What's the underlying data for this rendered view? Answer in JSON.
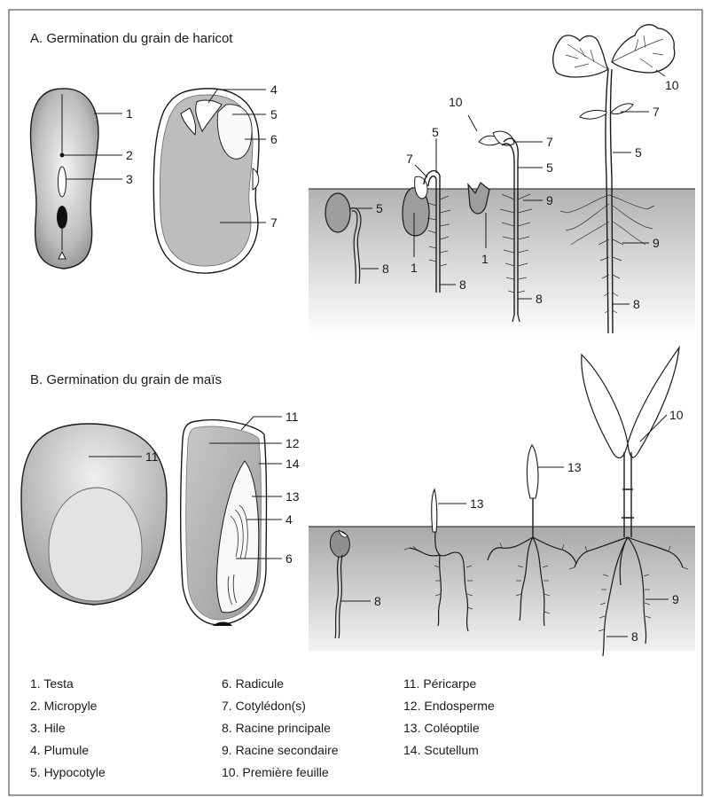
{
  "sections": {
    "a_title": "A. Germination du grain de haricot",
    "b_title": "B. Germination du grain de maïs"
  },
  "callouts": {
    "a": [
      "1",
      "2",
      "3",
      "4",
      "5",
      "6",
      "7",
      "5",
      "7",
      "5",
      "10",
      "7",
      "5",
      "9",
      "1",
      "1",
      "8",
      "8",
      "8",
      "5",
      "7",
      "10",
      "9",
      "8"
    ],
    "b": [
      "11",
      "11",
      "12",
      "14",
      "13",
      "4",
      "6",
      "8",
      "13",
      "13",
      "10",
      "9",
      "8"
    ]
  },
  "legend": {
    "col1": [
      "1. Testa",
      "2. Micropyle",
      "3. Hile",
      "4. Plumule",
      "5. Hypocotyle"
    ],
    "col2": [
      "6. Radicule",
      "7. Cotylédon(s)",
      "8. Racine principale",
      "9. Racine secondaire",
      "10. Première feuille"
    ],
    "col3": [
      "11. Péricarpe",
      "12. Endosperme",
      "13. Coléoptile",
      "14. Scutellum"
    ]
  },
  "colors": {
    "soil_top": "#b4b4b4",
    "soil_bottom": "#ffffff",
    "seed_fill": "#9d9d9d",
    "seed_light": "#e6e6e6",
    "line": "#1a1a1a"
  }
}
